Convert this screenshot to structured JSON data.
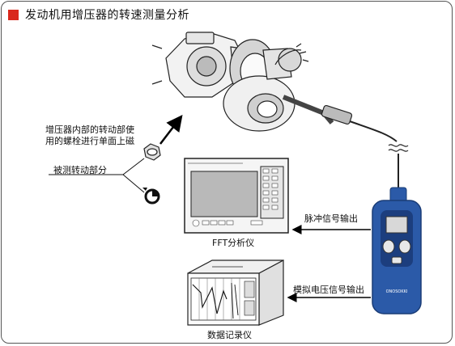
{
  "title": "发动机用增压器的转速测量分析",
  "labels": {
    "note_line1": "增压器内部的转动部使",
    "note_line2": "用的螺栓进行单面上磁",
    "measured_part": "被测转动部分",
    "pulse_output": "脉冲信号输出",
    "fft_analyzer": "FFT分析仪",
    "analog_output": "模拟电压信号输出",
    "data_recorder": "数据记录仪",
    "brand": "ONOSOKKI"
  },
  "colors": {
    "accent": "#d9281c",
    "probe_blue": "#2b5aa8",
    "screen_gray": "#b9b9b9"
  },
  "icons": [
    "turbocharger",
    "hex-nut-icon",
    "rotation-icon",
    "fft-analyzer-device",
    "handheld-tachometer",
    "data-recorder-device"
  ]
}
